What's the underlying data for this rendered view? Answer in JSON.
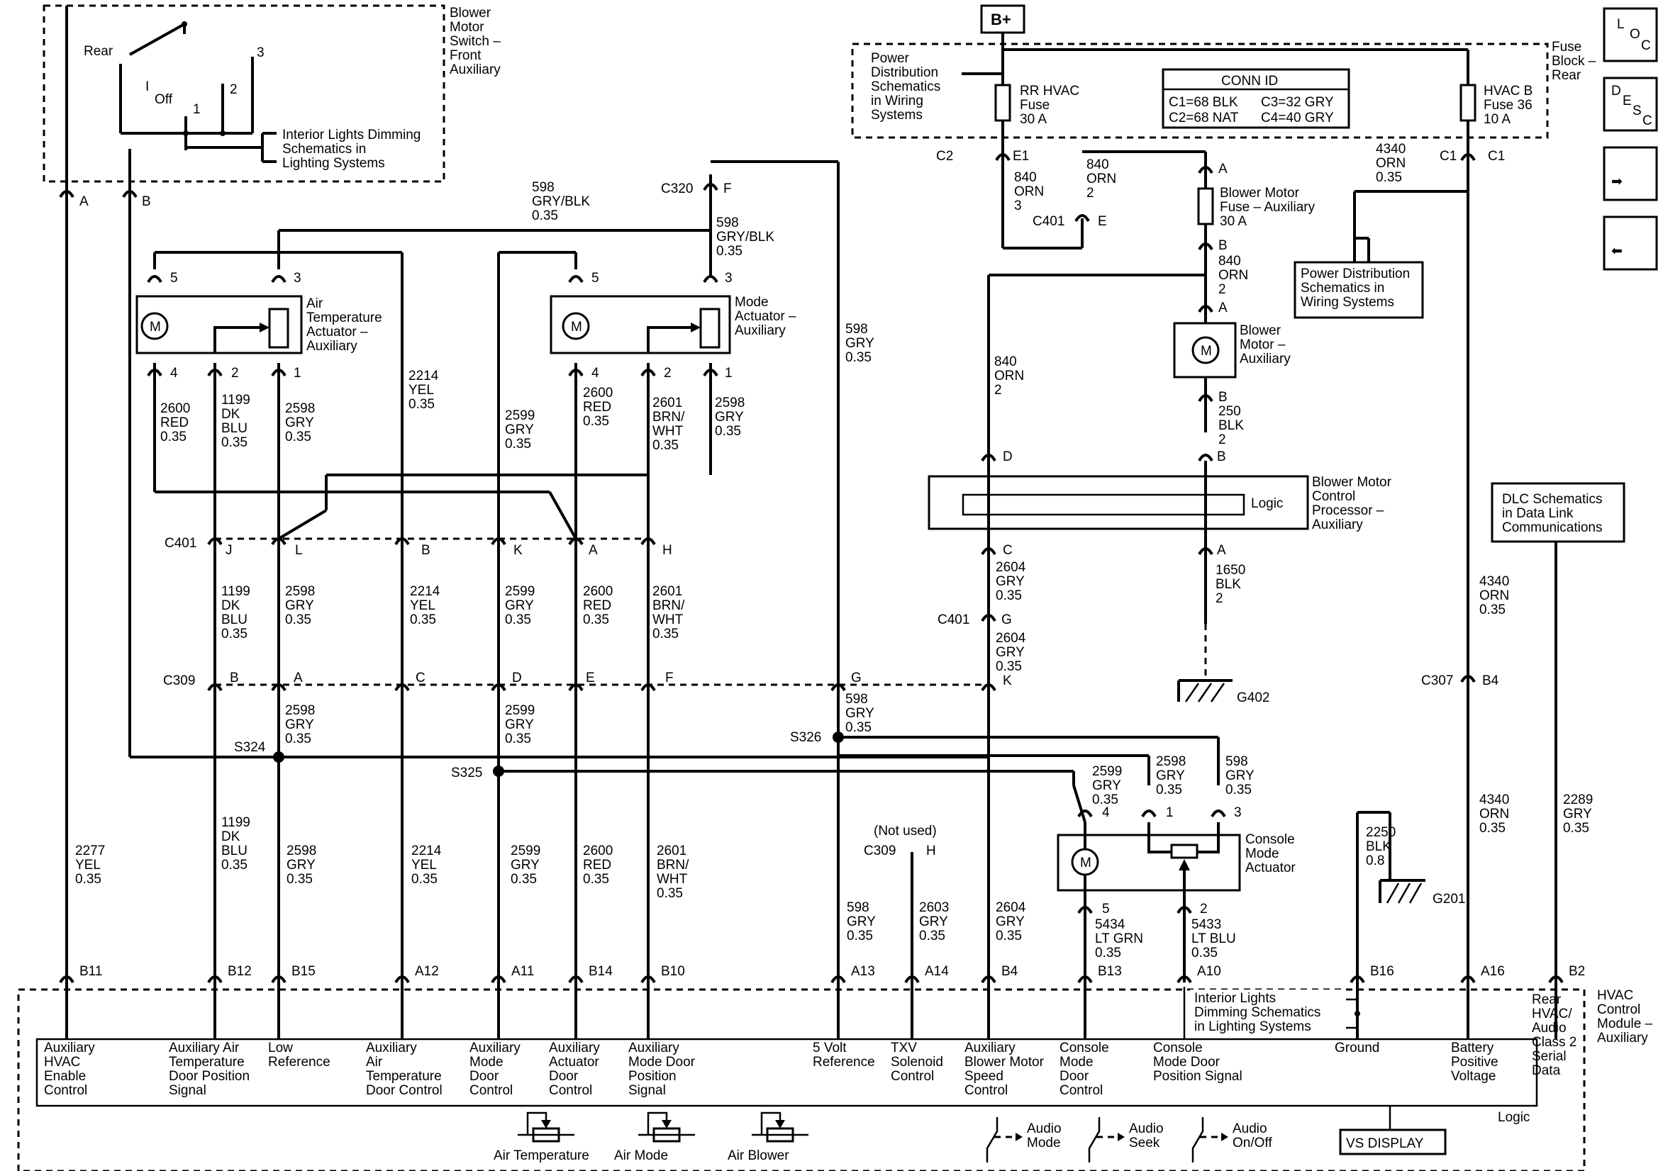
{
  "top_labels": {
    "battery": "B+",
    "blower_switch": [
      "Blower",
      "Motor",
      "Switch –",
      "Front",
      "Auxiliary"
    ],
    "switch_rear": "Rear",
    "switch_off": "Off",
    "switch_i": "I",
    "switch_1": "1",
    "switch_2": "2",
    "switch_3": "3",
    "dimming_top": [
      "Interior Lights Dimming",
      "Schematics in",
      "Lighting Systems"
    ],
    "power_dist": [
      "Power",
      "Distribution",
      "Schematics",
      "in Wiring",
      "Systems"
    ],
    "fuse_block": [
      "Fuse",
      "Block –",
      "Rear"
    ],
    "rr_fuse": [
      "RR HVAC",
      "Fuse",
      "30 A"
    ],
    "hvacb_fuse": [
      "HVAC B",
      "Fuse 36",
      "10 A"
    ],
    "conn_id_title": "CONN ID",
    "conn_id_rows": [
      "C1=68 BLK",
      "C3=32 GRY",
      "C2=68 NAT",
      "C4=40 GRY"
    ],
    "power_dist2": [
      "Power Distribution",
      "Schematics in",
      "Wiring Systems"
    ],
    "blower_fuse": [
      "Blower Motor",
      "Fuse – Auxiliary",
      "30 A"
    ],
    "blower_motor": [
      "Blower",
      "Motor –",
      "Auxiliary"
    ],
    "bmcp": [
      "Blower Motor",
      "Control",
      "Processor –",
      "Auxiliary"
    ],
    "logic": "Logic",
    "dlc": [
      "DLC Schematics",
      "in Data Link",
      "Communications"
    ],
    "air_temp_act": [
      "Air",
      "Temperature",
      "Actuator –",
      "Auxiliary"
    ],
    "mode_act": [
      "Mode",
      "Actuator –",
      "Auxiliary"
    ],
    "console_act": [
      "Console",
      "Mode",
      "Actuator"
    ],
    "not_used": "(Not used)",
    "motor_m": "M"
  },
  "nav": {
    "loc": [
      "L",
      "O",
      "C"
    ],
    "desc": [
      "D",
      "E",
      "S",
      "C"
    ],
    "next_glyph": "➡",
    "prev_glyph": "⬅"
  },
  "connectors": {
    "C2": "C2",
    "E1": "E1",
    "C1a": "C1",
    "C1b": "C1",
    "C401": "C401",
    "E": "E",
    "C320": "C320",
    "F": "F",
    "C309": "C309",
    "C307": "C307",
    "B4": "B4",
    "C401b": "C401",
    "G": "G",
    "S324": "S324",
    "S325": "S325",
    "S326": "S326",
    "G402": "G402",
    "G201": "G201",
    "H": "H",
    "C309b": "C309",
    "A": "A",
    "B": "B"
  },
  "wire_labels": [
    [
      "598",
      "GRY/BLK",
      "0.35"
    ],
    [
      "598",
      "GRY/BLK",
      "0.35"
    ],
    [
      "598",
      "GRY",
      "0.35"
    ],
    [
      "2214",
      "YEL",
      "0.35"
    ],
    [
      "2600",
      "RED",
      "0.35"
    ],
    [
      "1199",
      "DK",
      "BLU",
      "0.35"
    ],
    [
      "2598",
      "GRY",
      "0.35"
    ],
    [
      "2599",
      "GRY",
      "0.35"
    ],
    [
      "2600",
      "RED",
      "0.35"
    ],
    [
      "2601",
      "BRN/",
      "WHT",
      "0.35"
    ],
    [
      "2598",
      "GRY",
      "0.35"
    ],
    [
      "840",
      "ORN",
      "3"
    ],
    [
      "840",
      "ORN",
      "2"
    ],
    [
      "840",
      "ORN",
      "2"
    ],
    [
      "840",
      "ORN",
      "2"
    ],
    [
      "250",
      "BLK",
      "2"
    ],
    [
      "4340",
      "ORN",
      "0.35"
    ],
    [
      "2604",
      "GRY",
      "0.35"
    ],
    [
      "2604",
      "GRY",
      "0.35"
    ],
    [
      "1650",
      "BLK",
      "2"
    ],
    [
      "4340",
      "ORN",
      "0.35"
    ],
    [
      "1199",
      "DK",
      "BLU",
      "0.35"
    ],
    [
      "2598",
      "GRY",
      "0.35"
    ],
    [
      "2214",
      "YEL",
      "0.35"
    ],
    [
      "2599",
      "GRY",
      "0.35"
    ],
    [
      "2600",
      "RED",
      "0.35"
    ],
    [
      "2601",
      "BRN/",
      "WHT",
      "0.35"
    ],
    [
      "2598",
      "GRY",
      "0.35"
    ],
    [
      "2599",
      "GRY",
      "0.35"
    ],
    [
      "598",
      "GRY",
      "0.35"
    ],
    [
      "2599",
      "GRY",
      "0.35"
    ],
    [
      "2598",
      "GRY",
      "0.35"
    ],
    [
      "598",
      "GRY",
      "0.35"
    ],
    [
      "2277",
      "YEL",
      "0.35"
    ],
    [
      "1199",
      "DK",
      "BLU",
      "0.35"
    ],
    [
      "2598",
      "GRY",
      "0.35"
    ],
    [
      "2214",
      "YEL",
      "0.35"
    ],
    [
      "2599",
      "GRY",
      "0.35"
    ],
    [
      "2600",
      "RED",
      "0.35"
    ],
    [
      "2601",
      "BRN/",
      "WHT",
      "0.35"
    ],
    [
      "598",
      "GRY",
      "0.35"
    ],
    [
      "2603",
      "GRY",
      "0.35"
    ],
    [
      "2604",
      "GRY",
      "0.35"
    ],
    [
      "5434",
      "LT GRN",
      "0.35"
    ],
    [
      "5433",
      "LT BLU",
      "0.35"
    ],
    [
      "2250",
      "BLK",
      "0.8"
    ],
    [
      "4340",
      "ORN",
      "0.35"
    ],
    [
      "2289",
      "GRY",
      "0.35"
    ]
  ],
  "pin_labels": [
    "5",
    "3",
    "4",
    "2",
    "1",
    "5",
    "3",
    "4",
    "2",
    "1",
    "4",
    "1",
    "3",
    "5",
    "2",
    "A",
    "B",
    "A",
    "B",
    "D",
    "B",
    "C",
    "A",
    "J",
    "L",
    "B",
    "K",
    "A",
    "H",
    "B",
    "A",
    "C",
    "D",
    "E",
    "F",
    "G",
    "K"
  ],
  "module_pins": [
    "B11",
    "B12",
    "B15",
    "A12",
    "A11",
    "B14",
    "B10",
    "A13",
    "A14",
    "B4",
    "B13",
    "A10",
    "B16",
    "A16",
    "B2"
  ],
  "module_funcs": [
    [
      "Auxiliary",
      "HVAC",
      "Enable",
      "Control"
    ],
    [
      "Auxiliary Air",
      "Temperature",
      "Door Position",
      "Signal"
    ],
    [
      "Low",
      "Reference"
    ],
    [
      "Auxiliary",
      "Air",
      "Temperature",
      "Door Control"
    ],
    [
      "Auxiliary",
      "Mode",
      "Door",
      "Control"
    ],
    [
      "Auxiliary",
      "Actuator",
      "Door",
      "Control"
    ],
    [
      "Auxiliary",
      "Mode Door",
      "Position",
      "Signal"
    ],
    [
      "5 Volt",
      "Reference"
    ],
    [
      "TXV",
      "Solenoid",
      "Control"
    ],
    [
      "Auxiliary",
      "Blower Motor",
      "Speed",
      "Control"
    ],
    [
      "Console",
      "Mode",
      "Door",
      "Control"
    ],
    [
      "Console",
      "Mode Door",
      "Position Signal"
    ],
    [
      "Ground"
    ],
    [
      "Battery",
      "Positive",
      "Voltage"
    ],
    [
      "Rear",
      "HVAC/",
      "Audio",
      "Class 2",
      "Serial",
      "Data"
    ]
  ],
  "module": {
    "name": [
      "HVAC",
      "Control",
      "Module –",
      "Auxiliary"
    ],
    "dimming": [
      "Interior Lights",
      "Dimming Schematics",
      "in Lighting Systems"
    ],
    "logic": "Logic",
    "sensors": [
      "Air Temperature",
      "Air Mode",
      "Air Blower"
    ],
    "switches": [
      [
        "Audio",
        "Mode"
      ],
      [
        "Audio",
        "Seek"
      ],
      [
        "Audio",
        "On/Off"
      ]
    ],
    "vs_display": "VS DISPLAY"
  }
}
